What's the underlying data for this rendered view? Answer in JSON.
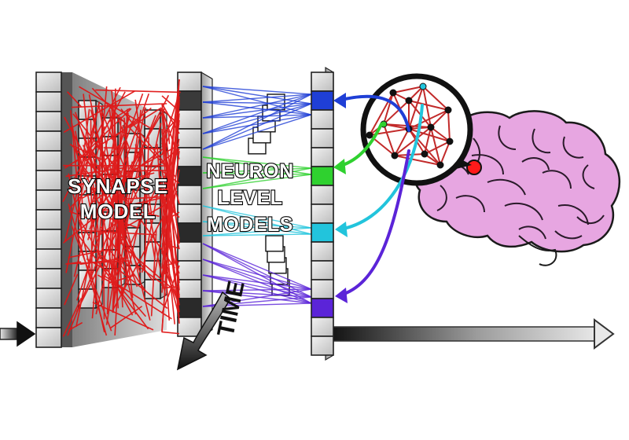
{
  "labels": {
    "synapse_line1": "SYNAPSE",
    "synapse_line2": "MODEL",
    "neuron_line1": "NEURON",
    "neuron_line2": "LEVEL",
    "neuron_line3": "MODELS",
    "time": "TIME"
  },
  "colors": {
    "synapse_connections": "#e01515",
    "blue": "#1f3fd6",
    "green": "#2fd12f",
    "cyan": "#22c4dc",
    "violet": "#5b24d8",
    "brain": "#e7a6e1",
    "neuron_node": "#ff1a1a"
  },
  "icons": [
    "brain-icon",
    "neuron-network-icon",
    "time-arrow-icon",
    "input-arrow-icon",
    "output-arrow-icon"
  ]
}
